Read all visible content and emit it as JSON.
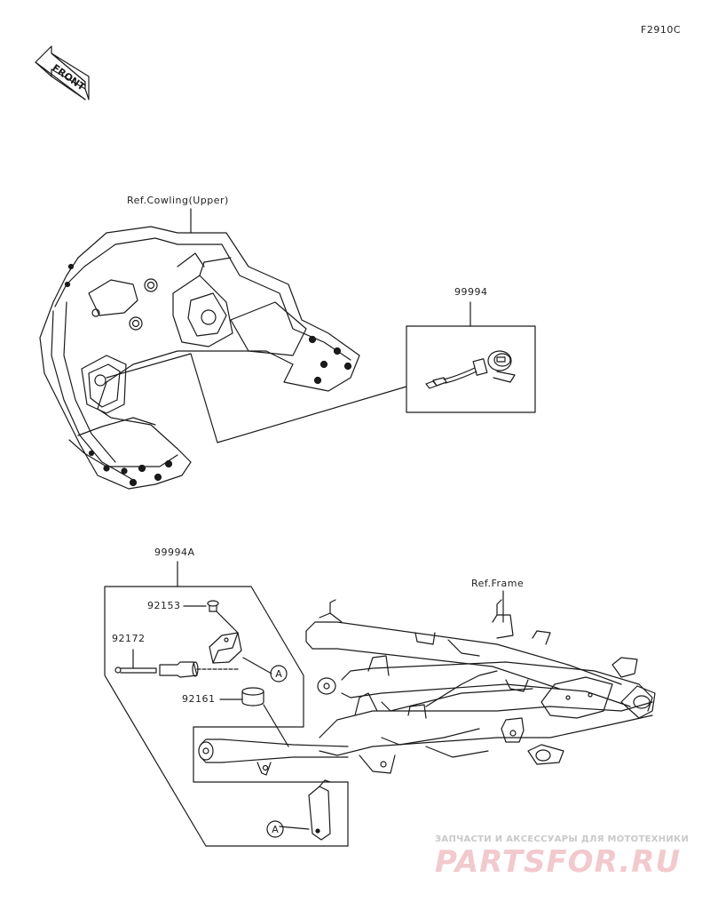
{
  "diagram": {
    "figure_code": "F2910C",
    "front_arrow_label": "FRONT",
    "callout_marker": "A",
    "reference_labels": {
      "cowling": "Ref.Cowling(Upper)",
      "frame": "Ref.Frame"
    },
    "parts": [
      {
        "id": "p1",
        "number": "99994"
      },
      {
        "id": "p2",
        "number": "99994A"
      },
      {
        "id": "p3",
        "number": "92153"
      },
      {
        "id": "p4",
        "number": "92172"
      },
      {
        "id": "p5",
        "number": "92161"
      }
    ]
  },
  "watermark": {
    "tagline": "ЗАПЧАСТИ И АКСЕССУАРЫ ДЛЯ МОТОТЕХНИКИ",
    "brand": "PARTSFOR.RU"
  },
  "colors": {
    "line": "#1a1a1a",
    "watermark_brand": "#f2c9cd",
    "watermark_tagline": "#c9c9c9"
  }
}
